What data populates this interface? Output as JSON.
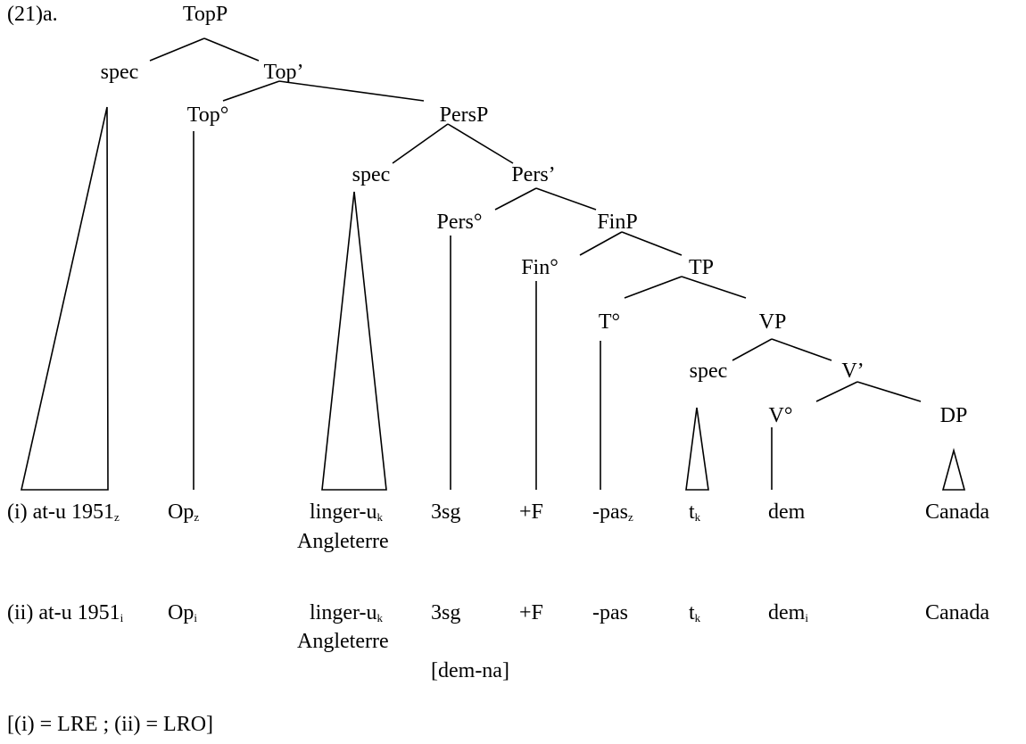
{
  "example_label": "(21)a.",
  "nodes": {
    "topp": "TopP",
    "spec_top": "spec",
    "top_bar": "Top’",
    "top_head": "Top°",
    "persp": "PersP",
    "spec_pers": "spec",
    "pers_bar": "Pers’",
    "pers_head": "Pers°",
    "finp": "FinP",
    "fin_head": "Fin°",
    "tp": "TP",
    "t_head": "T°",
    "vp": "VP",
    "spec_v": "spec",
    "v_bar": "V’",
    "v_head": "V°",
    "dp": "DP"
  },
  "row_i": {
    "label": "(i) at-u 1951",
    "label_sub": "z",
    "op": "Op",
    "op_sub": "z",
    "linger": "linger-u",
    "linger_sub": "k",
    "angleterre": "Angleterre",
    "pers": "3sg",
    "fin": "+F",
    "tense": "-pas",
    "tense_sub": "z",
    "trace": "t",
    "trace_sub": "k",
    "verb": "dem",
    "verb_sub": "",
    "dp": "Canada"
  },
  "row_ii": {
    "label": "(ii) at-u 1951",
    "label_sub": "i",
    "op": "Op",
    "op_sub": "i",
    "linger": "linger-u",
    "linger_sub": "k",
    "angleterre": "Angleterre",
    "pers": "3sg",
    "fin": "+F",
    "tense": "-pas",
    "tense_sub": "",
    "trace": "t",
    "trace_sub": "k",
    "verb": "dem",
    "verb_sub": "i",
    "dp": "Canada"
  },
  "dem_na": "[dem-na]",
  "legend": "[(i) = LRE ; (ii) = LRO]"
}
